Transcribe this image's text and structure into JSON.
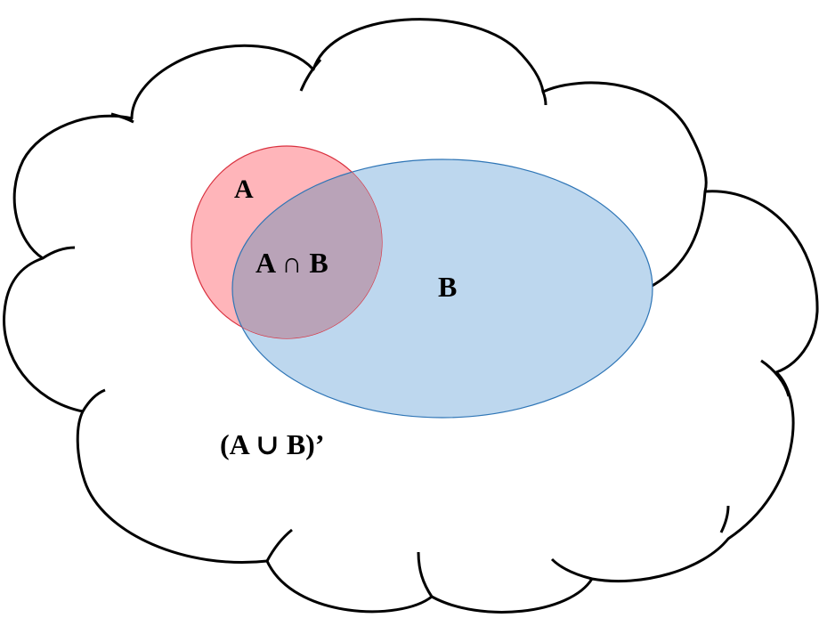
{
  "diagram": {
    "type": "venn",
    "universe": {
      "label": "(A ∪ B)’",
      "shape": "cloud",
      "stroke_color": "#000000",
      "fill_color": "#ffffff"
    },
    "set_a": {
      "label": "A",
      "fill_color": "#ffb5ba",
      "stroke_color": "#d9313f"
    },
    "set_b": {
      "label": "B",
      "fill_color": "#bdd7ee",
      "stroke_color": "#2e75b6"
    },
    "intersection": {
      "label": "A ∩ B",
      "fill_color": "#b9a3b8"
    }
  }
}
